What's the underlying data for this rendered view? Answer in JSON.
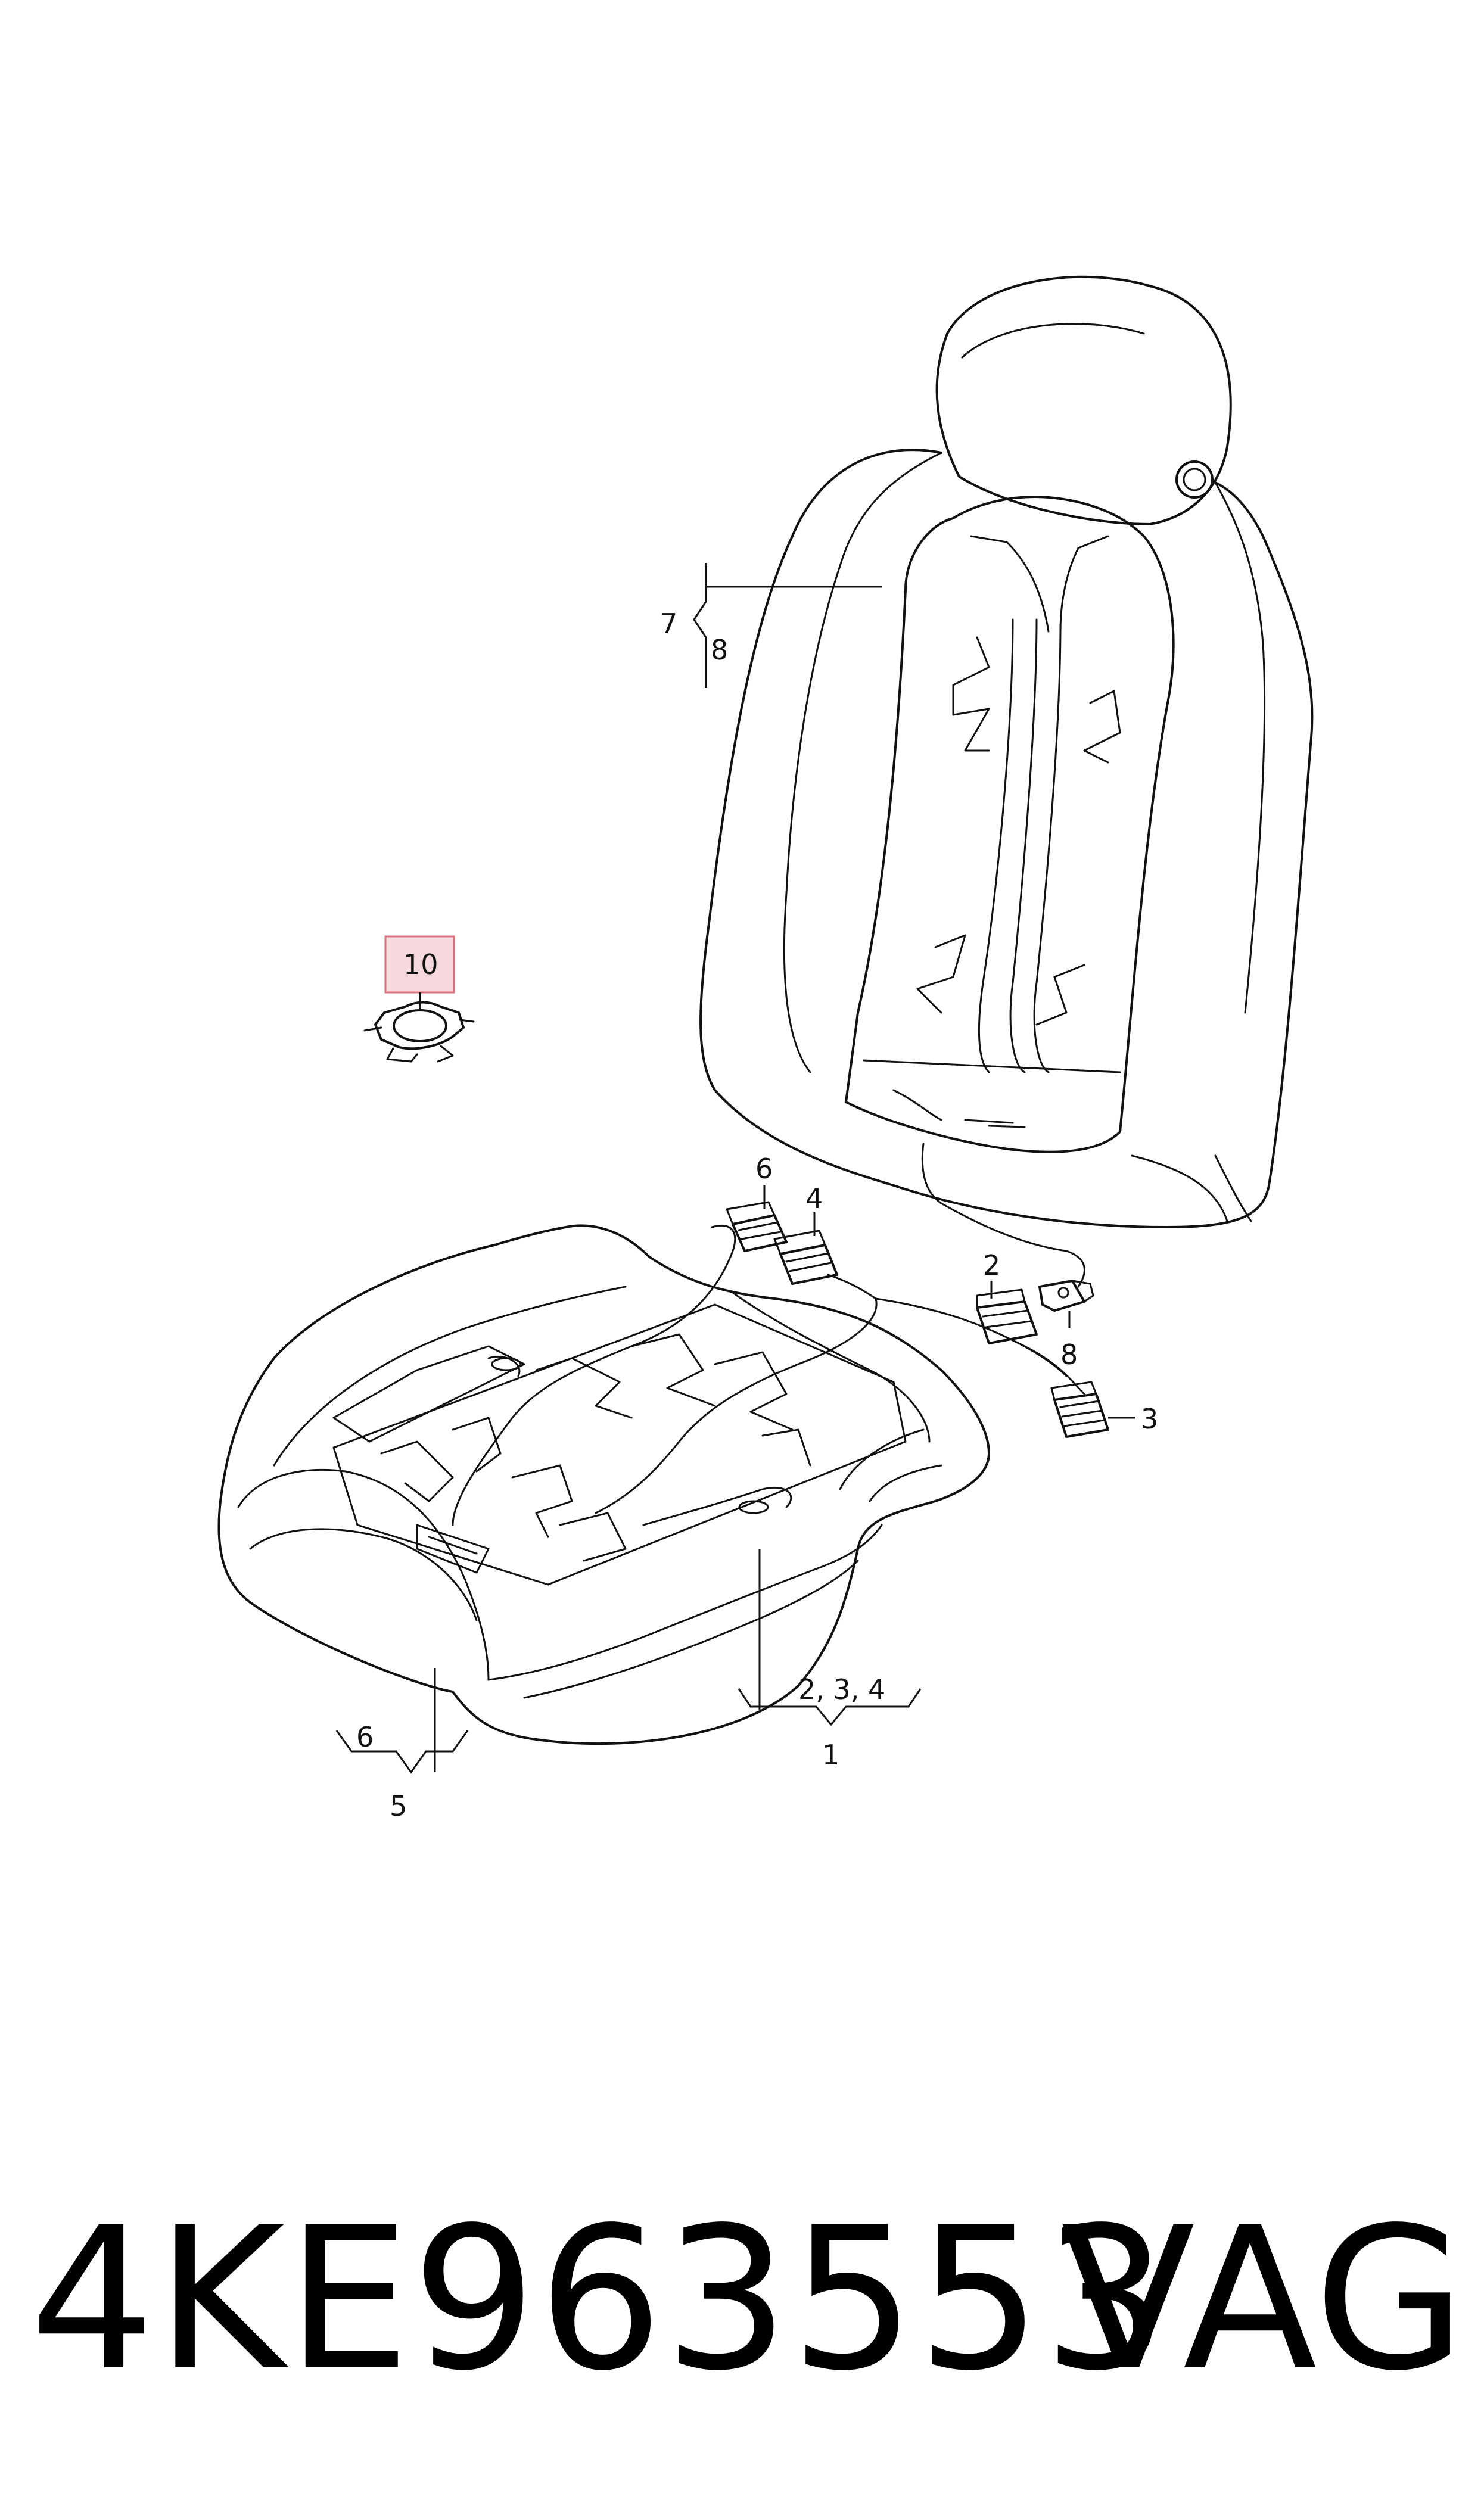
{
  "callouts": {
    "c1": "1",
    "c2": "2",
    "c234": "2, 3, 4",
    "c3": "3",
    "c4": "4",
    "c5": "5",
    "c6_connector": "6",
    "c6_bracket": "6",
    "c7": "7",
    "c8_backrest": "8",
    "c8_connector": "8",
    "c10": "10"
  },
  "highlight": {
    "part": "10",
    "fill": "#f6d9dc",
    "stroke": "#d9717e"
  },
  "footer": {
    "part_number": "4KE963553",
    "brand": "VAG"
  }
}
